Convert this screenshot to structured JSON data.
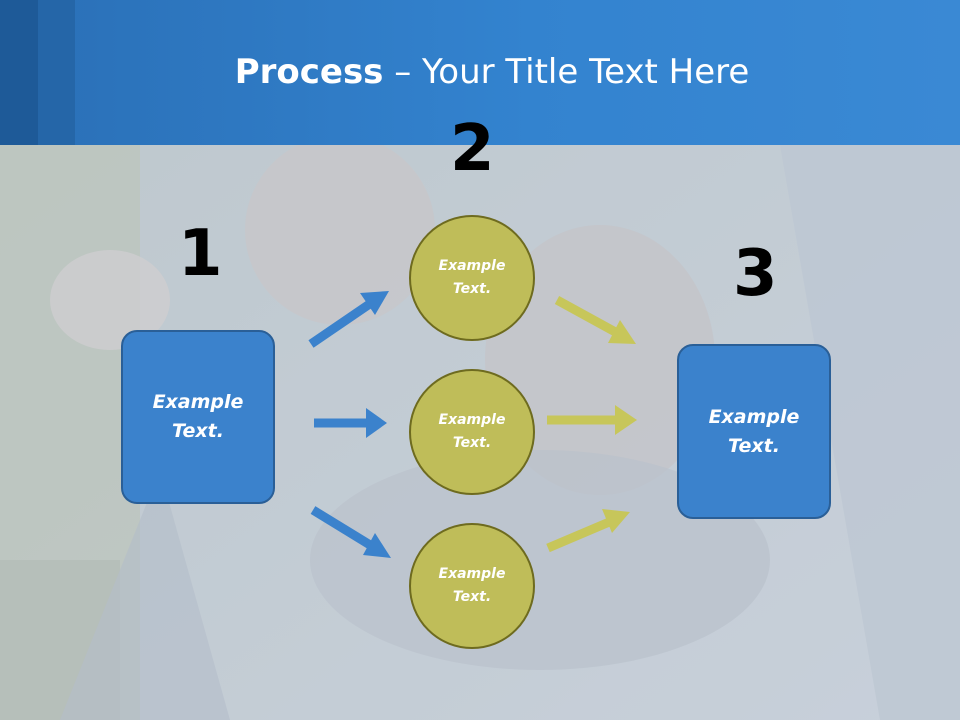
{
  "header": {
    "title_bold": "Process",
    "title_rest": " – Your Title Text Here"
  },
  "steps": {
    "step1_number": "1",
    "step2_number": "2",
    "step3_number": "3"
  },
  "nodes": {
    "left_box_text": "Example Text.",
    "circle_top_text": "Example Text.",
    "circle_middle_text": "Example Text.",
    "circle_bottom_text": "Example Text.",
    "right_box_text": "Example Text."
  },
  "colors": {
    "header_blue": "#3383cf",
    "box_blue": "#3b82cc",
    "circle_olive": "#bfbd59",
    "arrow_blue": "#3b82cc",
    "arrow_olive": "#c7c65a"
  }
}
